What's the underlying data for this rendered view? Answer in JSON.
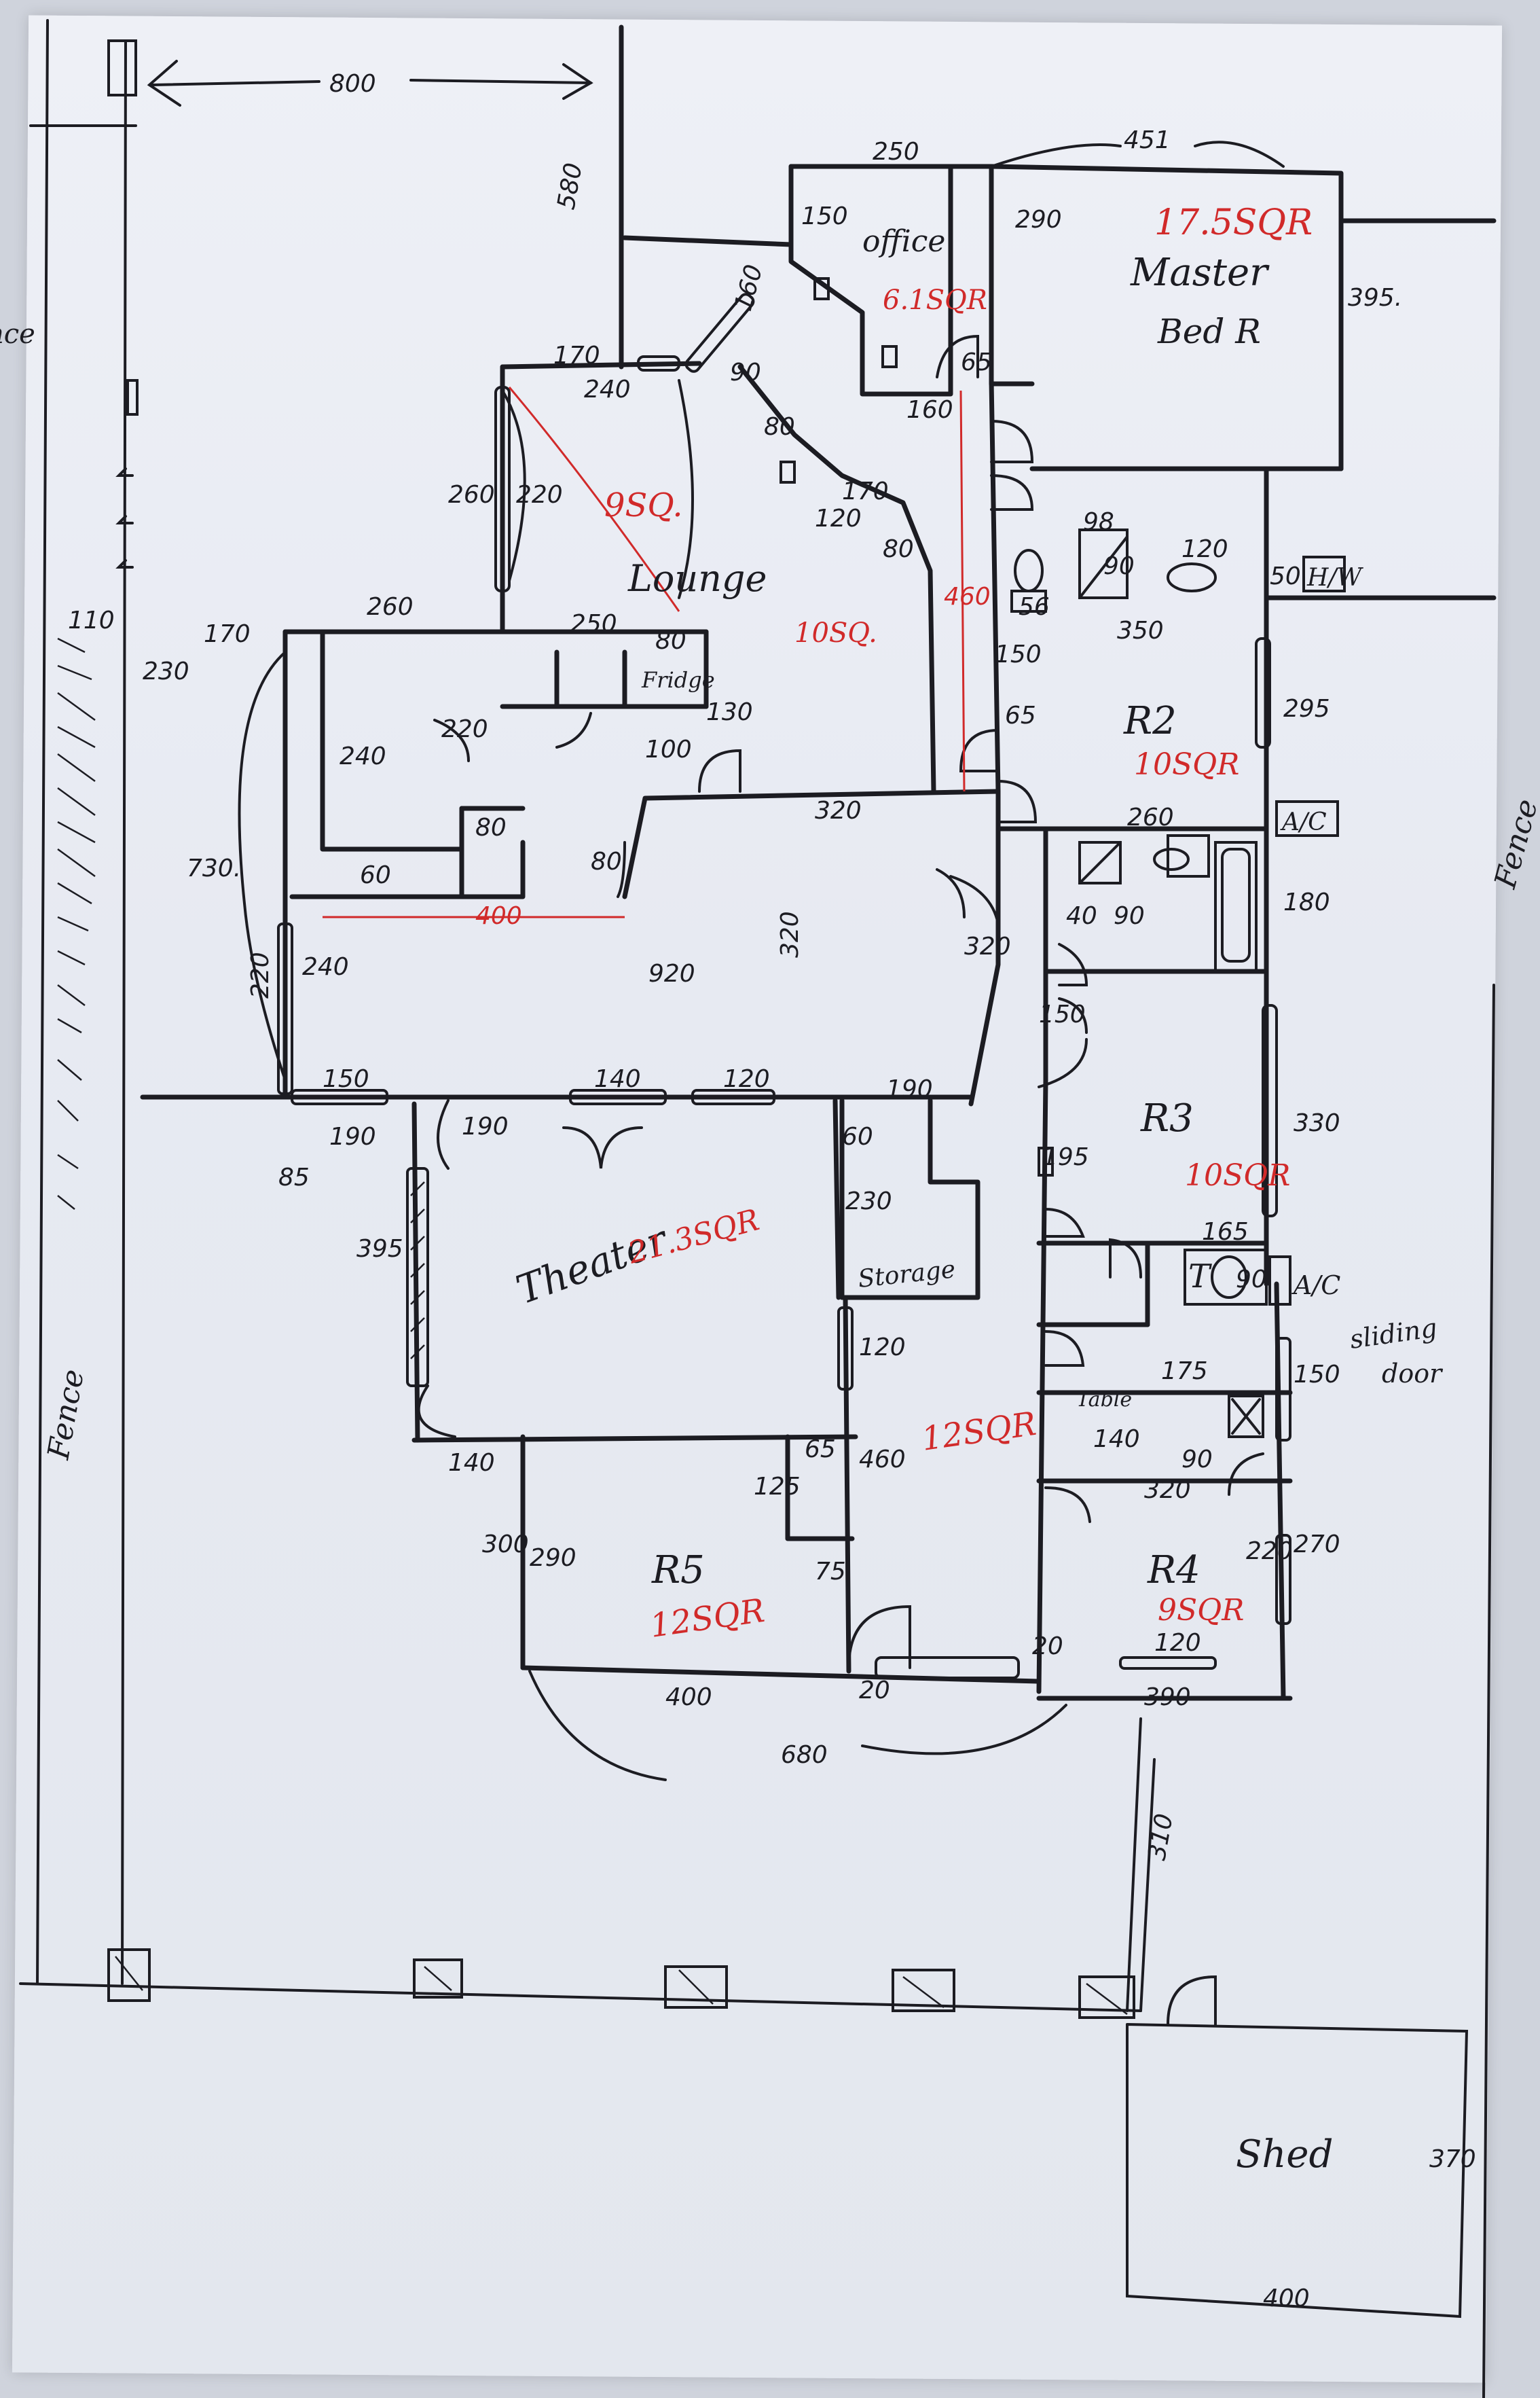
{
  "rooms": {
    "office": {
      "name": "office",
      "area": "6.1SQR"
    },
    "master": {
      "name": "Master",
      "name2": "Bed R",
      "area": "17.5SQR"
    },
    "lounge": {
      "name": "Lounge",
      "area": "9SQ."
    },
    "hall": {
      "area": "10SQ."
    },
    "r2": {
      "name": "R2",
      "area": "10SQR"
    },
    "r3": {
      "name": "R3",
      "area": "10SQR"
    },
    "theater": {
      "name": "Theater",
      "area": "21.3SQR"
    },
    "storage": {
      "name": "Storage"
    },
    "r5": {
      "name": "R5",
      "area": "12SQR"
    },
    "r4": {
      "name": "R4",
      "area": "9SQR"
    },
    "passage": {
      "area": "12SQR"
    },
    "shed": {
      "name": "Shed"
    }
  },
  "fixtures": {
    "hw": "H/W",
    "ac1": "A/C",
    "ac2": "A/C",
    "fridge": "Fridge",
    "table": "Table",
    "t": "T",
    "sliding": "sliding",
    "door": "door",
    "fence_right": "Fence",
    "fence_left": "Fence",
    "fence_top_left": "nce"
  },
  "dimensions": {
    "d800": "800",
    "d580": "580",
    "d250a": "250",
    "d451": "451",
    "d150a": "150",
    "d290a": "290",
    "d395a": "395.",
    "d160a": "160",
    "d170a": "170",
    "d240a": "240",
    "d90a": "90",
    "d80a": "80",
    "d65a": "65",
    "d160b": "160",
    "d260a": "260",
    "d220a": "220",
    "d120a": "120",
    "d170b": "170",
    "d80b": "80",
    "d460a": "460",
    "d98": "98",
    "d90b": "90",
    "d120b": "120",
    "d50a": "50",
    "d56": "56",
    "d350": "350",
    "d150b": "150",
    "d65b": "65",
    "d295": "295",
    "d110": "110",
    "d170c": "170",
    "d230": "230",
    "d260b": "260",
    "d250b": "250",
    "d80c": "80",
    "d130": "130",
    "d100": "100",
    "d240b": "240",
    "d220b": "220",
    "d80d": "80",
    "d60": "60",
    "d730": "730.",
    "d400a": "400",
    "d80e": "80",
    "d320a": "320",
    "d320b": "320",
    "d260c": "260",
    "d40a": "40",
    "d90c": "90",
    "d180": "180",
    "d240c": "240",
    "d220c": "220",
    "d920": "920",
    "d320c": "320",
    "d150c": "150",
    "d150d": "150",
    "d140a": "140",
    "d120c": "120",
    "d190a": "190",
    "d190b": "190",
    "d190c": "190",
    "d60b": "60",
    "d230b": "230",
    "d195": "195",
    "d330": "330",
    "d395b": "395",
    "d165": "165",
    "d90d": "90",
    "d120d": "120",
    "d150e": "150",
    "d175": "175",
    "d140b": "140",
    "d90e": "90",
    "d320d": "320",
    "d460b": "460",
    "d65c": "65",
    "d125": "125",
    "d140c": "140",
    "d300": "300",
    "d290b": "290",
    "d75": "75",
    "d400b": "400",
    "d20a": "20",
    "d20b": "20",
    "d680": "680",
    "d220d": "220",
    "d270": "270",
    "d120e": "120",
    "d390": "390",
    "d310": "310",
    "d370": "370",
    "d400c": "400",
    "d85": "85"
  }
}
